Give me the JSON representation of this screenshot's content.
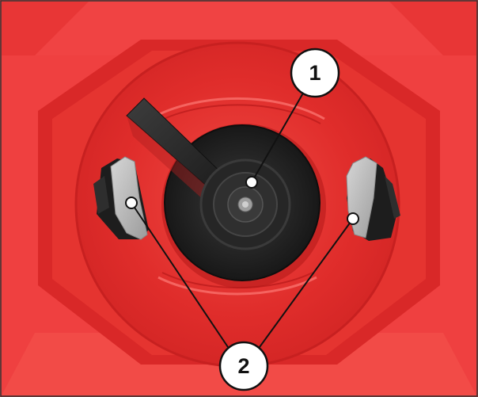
{
  "callouts": [
    {
      "id": "1",
      "label": "1"
    },
    {
      "id": "2",
      "label": "2"
    }
  ],
  "colors": {
    "hopper_red": "#e8312f",
    "hopper_red_light": "#f3504a",
    "hopper_red_dark": "#c41d1d",
    "disc_black": "#232323",
    "agitator_grey": "#bdbdbd",
    "callout_fill": "#ffffff",
    "callout_stroke": "#111111"
  }
}
